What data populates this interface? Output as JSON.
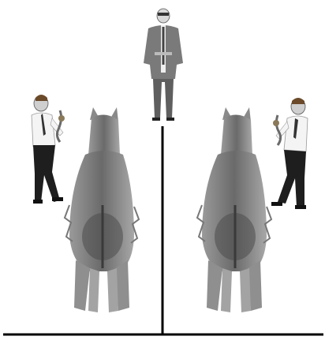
{
  "scene": {
    "description_icons": [
      "judge-figure",
      "handler-left",
      "handler-right",
      "llama-left",
      "llama-right"
    ],
    "colors": {
      "line": "#000000",
      "suit": "#6e6e6e",
      "wool_dark": "#4a4a4a",
      "wool_mid": "#8a8a8a",
      "wool_light": "#bdbdbd",
      "shirt": "#f5f5f5",
      "trousers": "#1e1e1e"
    }
  }
}
